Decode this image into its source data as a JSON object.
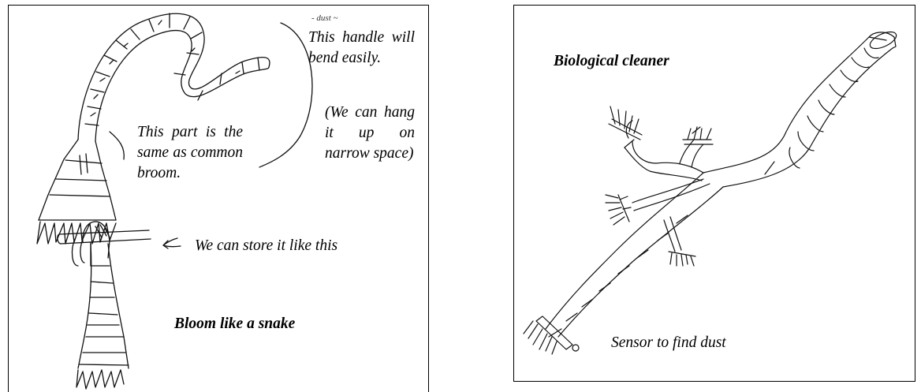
{
  "left_panel": {
    "scribble": "- dust ~",
    "handle_note": "This handle will bend easily.",
    "hang_note": "(We can hang it up on narrow space)",
    "common_note": "This part is the same as common broom.",
    "store_note": "We can store it like this",
    "caption": "Bloom like a snake"
  },
  "right_panel": {
    "caption": "Biological cleaner",
    "sensor_note": "Sensor to find dust"
  }
}
